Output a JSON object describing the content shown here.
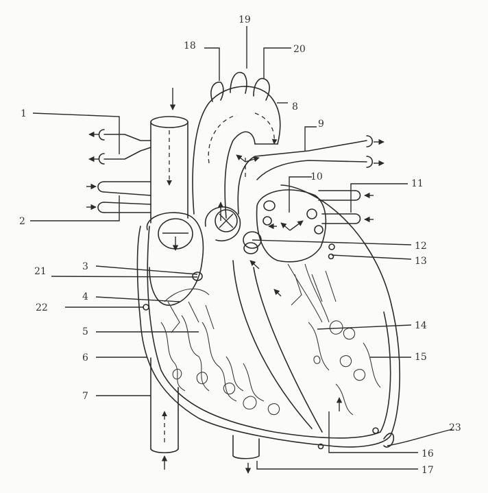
{
  "diagram": {
    "labels": [
      "1",
      "2",
      "3",
      "4",
      "5",
      "6",
      "7",
      "8",
      "9",
      "10",
      "11",
      "12",
      "13",
      "14",
      "15",
      "16",
      "17",
      "18",
      "19",
      "20",
      "21",
      "22",
      "23"
    ],
    "colors": {
      "ink": "#2b2b2b",
      "paper": "#fbfbf9"
    }
  }
}
